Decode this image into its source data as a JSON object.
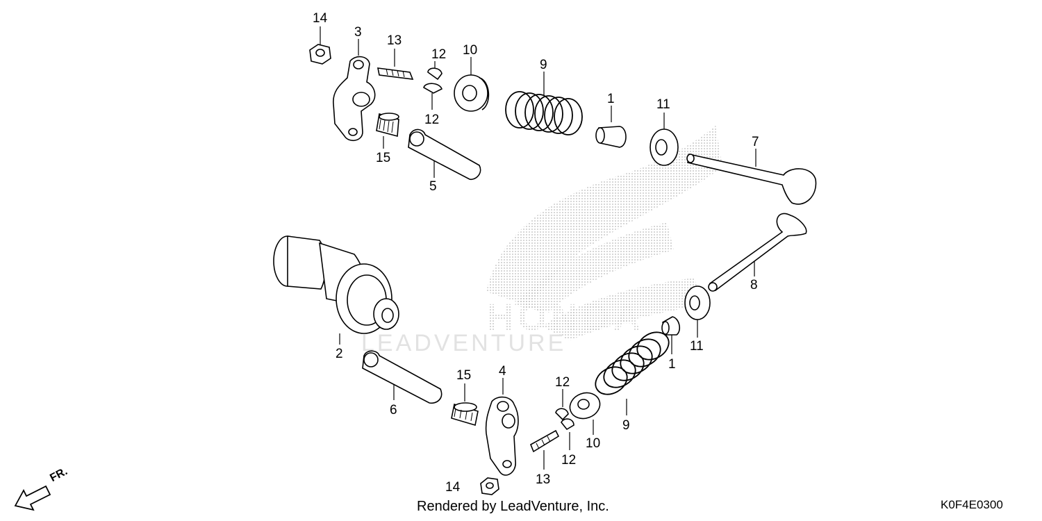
{
  "callouts": [
    {
      "id": "c14a",
      "text": "14"
    },
    {
      "id": "c3",
      "text": "3"
    },
    {
      "id": "c13a",
      "text": "13"
    },
    {
      "id": "c12a",
      "text": "12"
    },
    {
      "id": "c12b",
      "text": "12"
    },
    {
      "id": "c10a",
      "text": "10"
    },
    {
      "id": "c9a",
      "text": "9"
    },
    {
      "id": "c1a",
      "text": "1"
    },
    {
      "id": "c11a",
      "text": "11"
    },
    {
      "id": "c7",
      "text": "7"
    },
    {
      "id": "c15a",
      "text": "15"
    },
    {
      "id": "c5",
      "text": "5"
    },
    {
      "id": "c8",
      "text": "8"
    },
    {
      "id": "c2",
      "text": "2"
    },
    {
      "id": "c11b",
      "text": "11"
    },
    {
      "id": "c1b",
      "text": "1"
    },
    {
      "id": "c6",
      "text": "6"
    },
    {
      "id": "c15b",
      "text": "15"
    },
    {
      "id": "c4",
      "text": "4"
    },
    {
      "id": "c12c",
      "text": "12"
    },
    {
      "id": "c12d",
      "text": "12"
    },
    {
      "id": "c10b",
      "text": "10"
    },
    {
      "id": "c9b",
      "text": "9"
    },
    {
      "id": "c13b",
      "text": "13"
    },
    {
      "id": "c14b",
      "text": "14"
    }
  ],
  "direction_label": "FR.",
  "footer_text": "Rendered by LeadVenture, Inc.",
  "diagram_code": "K0F4E0300",
  "watermark": {
    "brand": "HONDA",
    "dealer": "LEADVENTURE"
  }
}
